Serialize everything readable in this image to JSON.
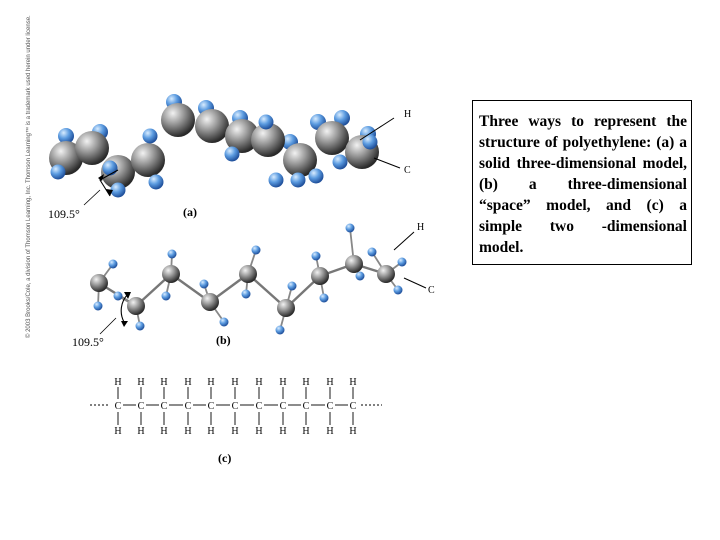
{
  "caption": "Three ways to represent the structure of polyethylene: (a) a solid three-dimensional model, (b) a three-dimensional “space” model, and (c) a simple two -dimensional model.",
  "copyright": "© 2003 Brooks/Cole, a division of Thomson Learning, Inc. Thomson Learning™ is a trademark used herein under license.",
  "panel_a": {
    "label": "(a)",
    "angle": "109.5°",
    "end_top": "H",
    "end_bottom": "C"
  },
  "panel_b": {
    "label": "(b)",
    "angle": "109.5°",
    "end_top": "H",
    "end_bottom": "C"
  },
  "panel_c": {
    "label": "(c)",
    "carbon": "C",
    "hydrogen": "H"
  },
  "colors": {
    "carbon": "#8a8a8a",
    "hydrogen": "#4f8fd6",
    "text": "#000000"
  }
}
